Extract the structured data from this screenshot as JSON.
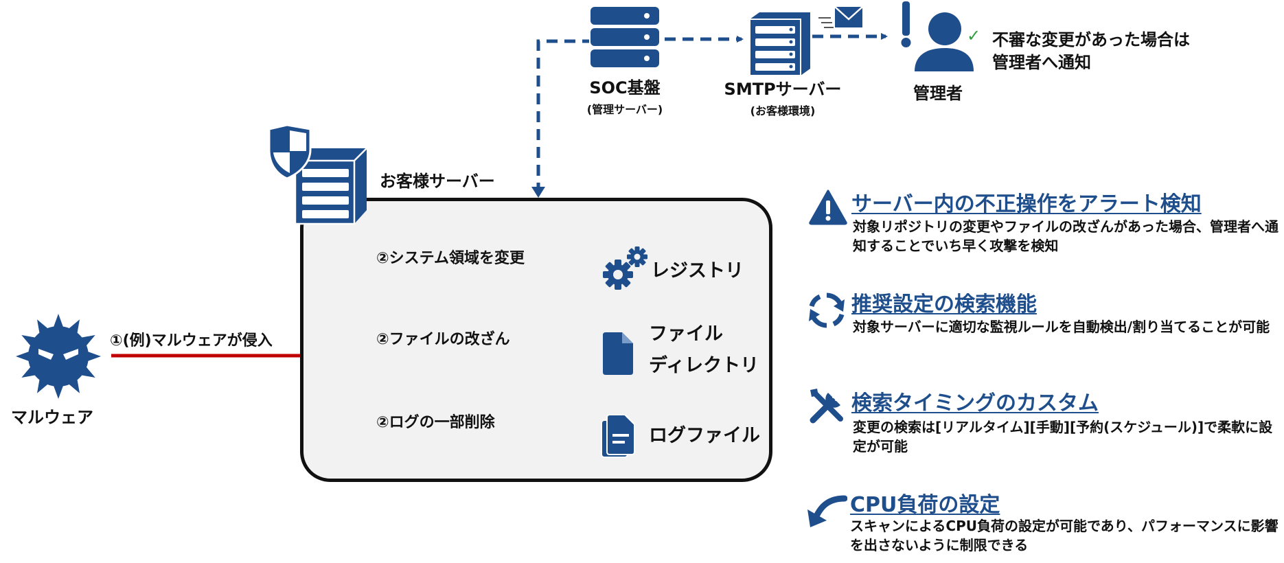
{
  "colors": {
    "navy": "#1f4e8c",
    "red": "#c00000",
    "check": "#2e9e3e",
    "box_bg": "#f2f2f2"
  },
  "soc": {
    "title": "SOC基盤",
    "sub": "(管理サーバー)",
    "icon": "server-stack-icon"
  },
  "smtp": {
    "title": "SMTPサーバー",
    "sub": "(お客様環境)",
    "icon": "server-tower-icon"
  },
  "admin": {
    "title": "管理者",
    "icon": "person-alert-icon",
    "note_line1": "不審な変更があった場合は",
    "note_line2": "管理者へ通知"
  },
  "customer_server": {
    "title": "お客様サーバー",
    "icon": "shield-server-icon"
  },
  "malware": {
    "title": "マルウェア",
    "icon": "virus-icon",
    "intrusion_label": "①(例)マルウェアが侵入"
  },
  "actions": [
    {
      "label": "②システム領域を変更",
      "target_line1": "レジストリ",
      "target_line2": "",
      "icon": "gears-icon"
    },
    {
      "label": "②ファイルの改ざん",
      "target_line1": "ファイル",
      "target_line2": "ディレクトリ",
      "icon": "file-icon"
    },
    {
      "label": "②ログの一部削除",
      "target_line1": "ログファイル",
      "target_line2": "",
      "icon": "log-file-icon"
    }
  ],
  "features": [
    {
      "title": "サーバー内の不正操作をアラート検知",
      "desc": "対象リポジトリの変更やファイルの改ざんがあった場合、管理者へ通知することでいち早く攻撃を検知",
      "icon": "warning-icon"
    },
    {
      "title": "推奨設定の検索機能",
      "desc": "対象サーバーに適切な監視ルールを自動検出/割り当てることが可能",
      "icon": "refresh-icon"
    },
    {
      "title": "検索タイミングのカスタム",
      "desc": "変更の検索は[リアルタイム][手動][予約(スケジュール)]で柔軟に設定が可能",
      "icon": "tools-icon"
    },
    {
      "title": "CPU負荷の設定",
      "desc": "スキャンによるCPU負荷の設定が可能であり、パフォーマンスに影響を出さないように制限できる",
      "icon": "down-arrow-icon"
    }
  ]
}
